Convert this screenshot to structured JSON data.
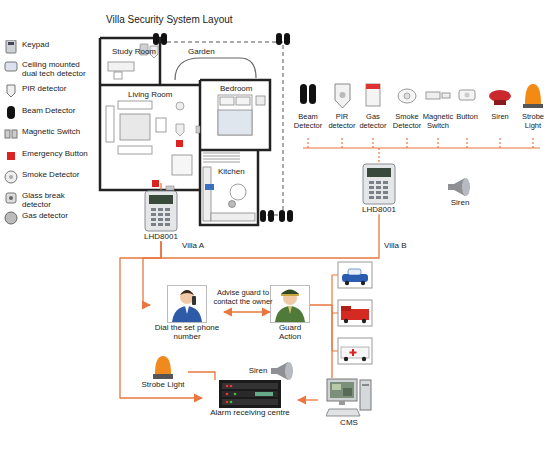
{
  "diagram": {
    "title": "Villa Security System Layout",
    "nodes": [
      {
        "text": [
          "LHD8001"
        ]
      },
      {
        "text": [
          "Siren"
        ]
      },
      {
        "text": [
          "LHD8001"
        ]
      },
      {
        "text": [
          "Dial the set phone number"
        ]
      },
      {
        "text": [
          "Guard Action"
        ]
      },
      {
        "text": [
          "Strobe Light"
        ]
      },
      {
        "text": [
          "Siren"
        ]
      },
      {
        "text": [
          "Alarm receiving centre"
        ]
      },
      {
        "text": [
          "CMS"
        ]
      }
    ],
    "edges": [
      {
        "from": 2,
        "to": 3,
        "arrow": "to"
      },
      {
        "from": 2,
        "to": 7,
        "arrow": "to"
      },
      {
        "from": 2,
        "to": 0,
        "arrow": "none"
      },
      {
        "from": 3,
        "to": 4,
        "label": "Advise guard to contact the owner",
        "arrow": "both"
      },
      {
        "from": 4,
        "to": 8,
        "arrow": "none"
      },
      {
        "from": 8,
        "to": 7,
        "arrow": "to"
      },
      {
        "from": 5,
        "to": 7,
        "arrow": "none"
      }
    ],
    "labels": [
      "Study Room",
      "Garden",
      "Living Room",
      "Bedroom",
      "Kitchen",
      "Beam Detector",
      "PIR detector",
      "Gas detector",
      "Smoke Detector",
      "Magnetic Switch",
      "Button",
      "Siren",
      "Strobe Light",
      "Villa A",
      "Villa B"
    ],
    "legend": [
      {
        "text": "Keypad"
      },
      {
        "text": "Ceiling mounted dual tech detector"
      },
      {
        "text": "PIR detector"
      },
      {
        "text": "Beam Detector"
      },
      {
        "text": "Magnetic Switch"
      },
      {
        "text": "Emergency Button"
      },
      {
        "text": "Smoke Detector"
      },
      {
        "text": "Glass break detector"
      },
      {
        "text": "Gas detector"
      }
    ]
  }
}
